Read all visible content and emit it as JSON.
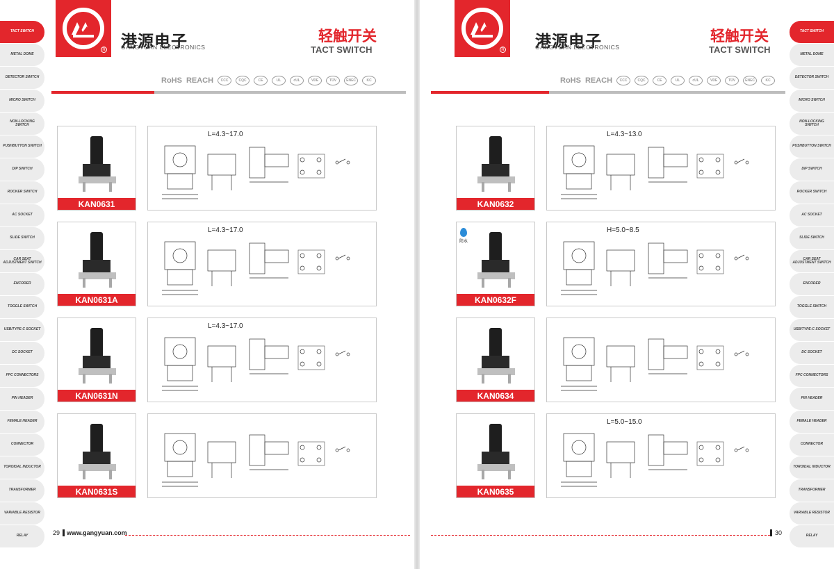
{
  "brand": {
    "name_cn": "港源电子",
    "name_en": "GANGYUAN ELECTRONICS"
  },
  "category": {
    "title_cn": "轻触开关",
    "title_en": "TACT SWITCH"
  },
  "certifications": [
    "RoHS",
    "REACH"
  ],
  "cert_icons": [
    "ccc-icon",
    "cqc-icon",
    "ce-icon",
    "ul-icon",
    "cul-icon",
    "vde-icon",
    "tuv-icon",
    "enec-icon",
    "kc-icon"
  ],
  "colors": {
    "accent": "#e3262c",
    "tab_bg": "#ececec",
    "rule_grey": "#bdbdbd"
  },
  "side_tabs": [
    "TACT SWITCH",
    "METAL DOME",
    "DETECTOR SWITCH",
    "MICRO SWITCH",
    "NON-LOCKING SWITCH",
    "PUSHBUTTON SWITCH",
    "DIP SWITCH",
    "ROCKER SWITCH",
    "AC SOCKET",
    "SLIDE SWITCH",
    "CAR SEAT ADJUSTMENT SWITCH",
    "ENCODER",
    "TOGGLE SWITCH",
    "USB/Type-C SOCKET",
    "DC SOCKET",
    "FPC CONNECTORS",
    "PIN HEADER",
    "FEMALE HEADER",
    "CONNECTOR",
    "TOROIDAL INDUCTOR",
    "TRANSFORMER",
    "VARIABLE RESISTOR",
    "RELAY"
  ],
  "left_page": {
    "page_number": "29",
    "url": "www.gangyuan.com",
    "products": [
      {
        "model": "KAN0631",
        "dim": "L=4.3~17.0"
      },
      {
        "model": "KAN0631A",
        "dim": "L=4.3~17.0"
      },
      {
        "model": "KAN0631N",
        "dim": "L=4.3~17.0"
      },
      {
        "model": "KAN0631S",
        "dim": ""
      }
    ]
  },
  "right_page": {
    "page_number": "30",
    "products": [
      {
        "model": "KAN0632",
        "dim": "L=4.3~13.0"
      },
      {
        "model": "KAN0632F",
        "dim": "H=5.0~8.5",
        "badge": "防水"
      },
      {
        "model": "KAN0634",
        "dim": ""
      },
      {
        "model": "KAN0635",
        "dim": "L=5.0~15.0"
      }
    ]
  }
}
